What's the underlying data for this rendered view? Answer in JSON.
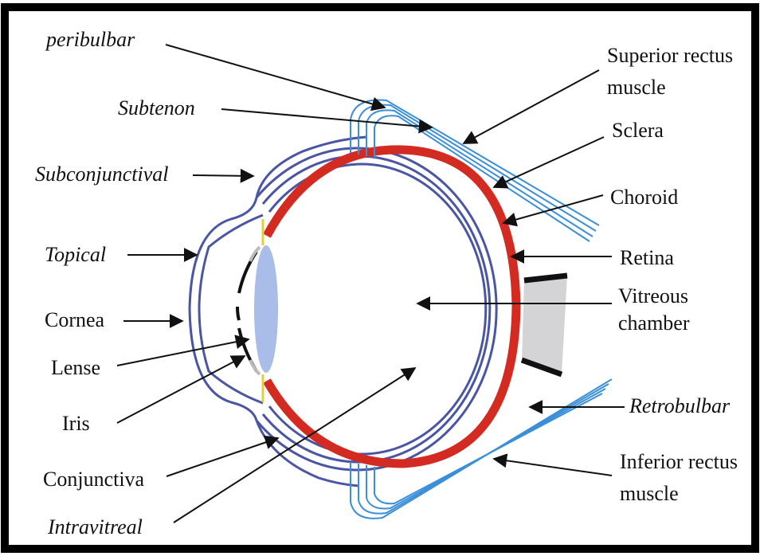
{
  "colors": {
    "frame": "#000000",
    "sclera": "#4a56a3",
    "retina": "#d32a22",
    "muscle": "#3a8fd8",
    "lens": "#a9bde8",
    "iris_edge": "#e0d13a",
    "optic_nerve": "#d4d4d6",
    "text": "#111111"
  },
  "labels": {
    "peribulbar": "peribulbar",
    "subtenon": "Subtenon",
    "subconjunctival": "Subconjunctival",
    "topical": "Topical",
    "cornea": "Cornea",
    "lense": "Lense",
    "iris": "Iris",
    "conjunctiva": "Conjunctiva",
    "intravitreal": "Intravitreal",
    "superior_rectus_1": "Superior rectus",
    "superior_rectus_2": "muscle",
    "sclera": "Sclera",
    "choroid": "Choroid",
    "retina": "Retina",
    "vitreous_1": "Vitreous",
    "vitreous_2": "chamber",
    "retrobulbar": "Retrobulbar",
    "inferior_rectus_1": "Inferior rectus",
    "inferior_rectus_2": "muscle"
  },
  "icons": {
    "arrows": "arrow-icon"
  }
}
